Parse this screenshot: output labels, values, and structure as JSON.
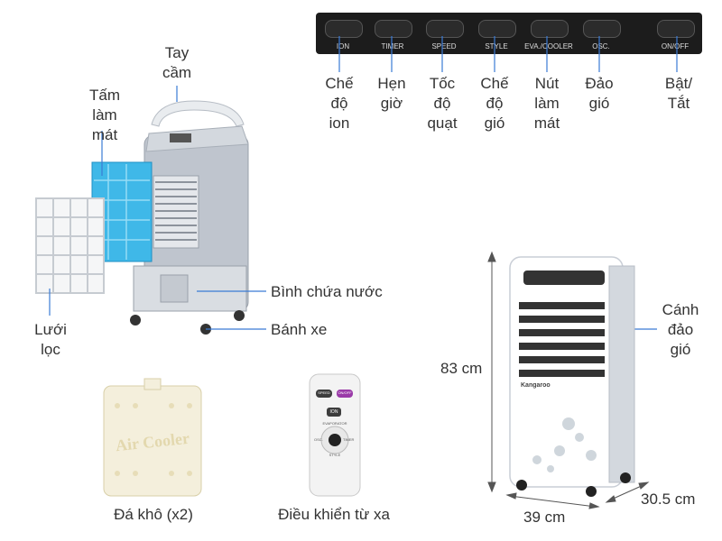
{
  "control_panel": {
    "buttons": [
      "ION",
      "TIMER",
      "SPEED",
      "STYLE",
      "EVA./COOLER",
      "OSC.",
      "ON/OFF"
    ],
    "labels": [
      "Chế\nđộ\nion",
      "Hẹn\ngiờ",
      "Tốc\nđộ\nquạt",
      "Chế\nđộ\ngió",
      "Nút\nlàm\nmát",
      "Đảo\ngió",
      "Bật/\nTắt"
    ]
  },
  "parts": {
    "handle": "Tay\ncầm",
    "cooling_pad": "Tấm\nlàm\nmát",
    "filter": "Lưới\nlọc",
    "water_tank": "Bình chứa nước",
    "wheels": "Bánh xe",
    "fan_blade": "Cánh\nđảo\ngió"
  },
  "accessories": {
    "ice_pack": "Đá khô (x2)",
    "ice_pack_print": "Air Cooler",
    "remote": "Điều khiển từ xa",
    "remote_buttons": [
      "SPEED",
      "ON/OFF",
      "ION",
      "EVAPORATOR",
      "OSC.",
      "TIMER",
      "STYLE"
    ]
  },
  "dimensions": {
    "height": "83 cm",
    "width": "39 cm",
    "depth": "30.5 cm"
  },
  "brand": "Kangaroo",
  "colors": {
    "pad_blue": "#3fb8e8",
    "body_gray": "#c9ced6",
    "accent_blue": "#3a7bd5"
  }
}
